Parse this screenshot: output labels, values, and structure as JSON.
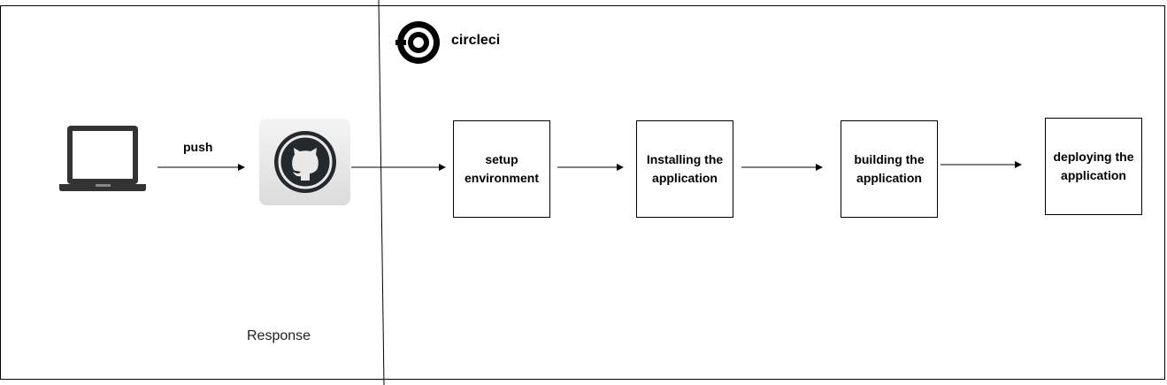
{
  "brand": {
    "name": "circleci"
  },
  "actors": {
    "laptop": {
      "icon": "laptop-icon"
    },
    "github": {
      "icon": "github-octocat-icon"
    }
  },
  "edges": {
    "push_label": "push"
  },
  "regions": {
    "left_caption": "Response"
  },
  "steps": [
    {
      "label": "setup\nenvironment"
    },
    {
      "label": "Installing the\napplication"
    },
    {
      "label": "building the\napplication"
    },
    {
      "label": "deploying the\napplication"
    }
  ],
  "colors": {
    "icon": "#333333",
    "line": "#000000",
    "brand": "#000000"
  }
}
